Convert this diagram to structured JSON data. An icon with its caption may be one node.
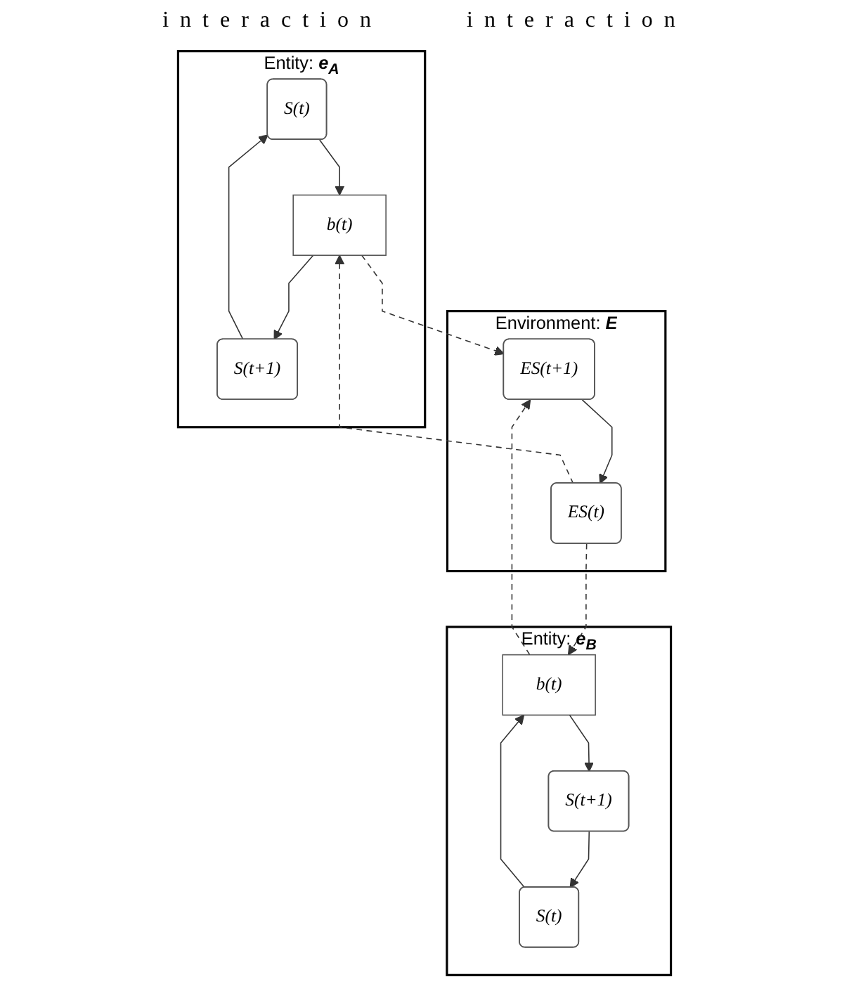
{
  "diagram": {
    "nodes": [
      {
        "text": [
          "Entity: **e**$_{A}$"
        ]
      },
      {
        "text": [
          "S(t)"
        ],
        "in": 0
      },
      {
        "text": [
          "b(t)"
        ],
        "in": 0
      },
      {
        "text": [
          "S(t+1)"
        ],
        "in": 0
      },
      {
        "text": [
          "Environment: **E**"
        ]
      },
      {
        "text": [
          "ES(t)"
        ],
        "in": 4
      },
      {
        "text": [
          "ES(t+1)"
        ],
        "in": 4
      },
      {
        "text": [
          "Entity: **e**$_{B}$"
        ]
      },
      {
        "text": [
          "S(t)"
        ],
        "in": 7
      },
      {
        "text": [
          "b(t)"
        ],
        "in": 7
      },
      {
        "text": [
          "S(t+1)"
        ],
        "in": 7
      }
    ],
    "edges": [
      {
        "from": 1,
        "to": 2,
        "arrow": "to"
      },
      {
        "from": 2,
        "to": 3,
        "arrow": "to"
      },
      {
        "from": 3,
        "to": 1,
        "arrow": "to"
      },
      {
        "from": 5,
        "to": 2,
        "arrow": "to",
        "style": "dashed"
      },
      {
        "from": 2,
        "to": 6,
        "arrow": "to",
        "style": "dashed"
      },
      {
        "from": 6,
        "to": 5,
        "arrow": "to"
      },
      {
        "from": 5,
        "to": 9,
        "arrow": "to",
        "style": "dashed"
      },
      {
        "from": 9,
        "to": 6,
        "arrow": "to",
        "style": "dashed"
      },
      {
        "from": 8,
        "to": 9,
        "arrow": "to"
      },
      {
        "from": 9,
        "to": 10,
        "arrow": "to"
      },
      {
        "from": 10,
        "to": 8,
        "arrow": "to"
      }
    ],
    "labels": [
      "interaction",
      "interaction"
    ]
  }
}
